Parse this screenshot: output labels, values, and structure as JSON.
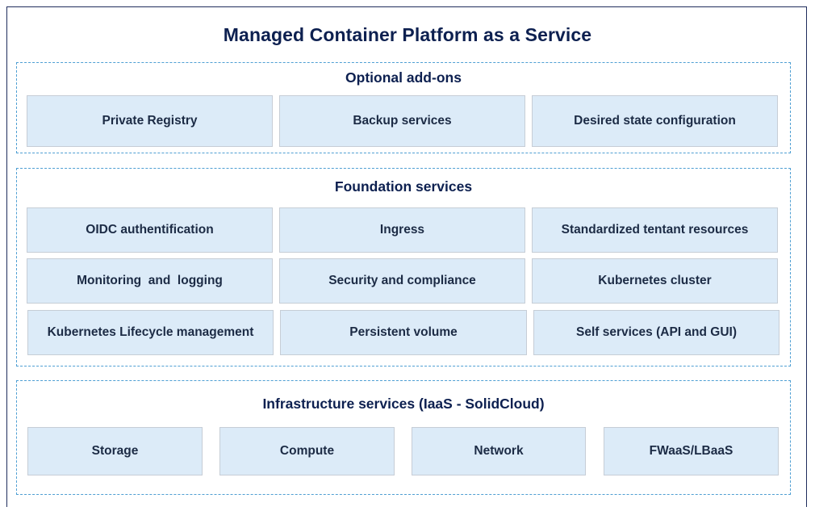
{
  "title": "Managed Container Platform as a Service",
  "sections": {
    "addons": {
      "title": "Optional add-ons",
      "items": [
        "Private Registry",
        "Backup services",
        "Desired state configuration"
      ]
    },
    "foundation": {
      "title": "Foundation services",
      "items": [
        "OIDC authentification",
        "Ingress",
        "Standardized tentant resources",
        "Monitoring  and  logging",
        "Security and compliance",
        "Kubernetes cluster",
        "Kubernetes Lifecycle management",
        "Persistent volume",
        "Self services (API and GUI)"
      ]
    },
    "infrastructure": {
      "title": "Infrastructure services (IaaS - SolidCloud)",
      "items": [
        "Storage",
        "Compute",
        "Network",
        "FWaaS/LBaaS"
      ]
    }
  },
  "colors": {
    "title_text": "#0d2050",
    "cell_fill": "#dcebf8",
    "section_border": "#4f9fd3",
    "frame_border": "#1f2d5c"
  }
}
